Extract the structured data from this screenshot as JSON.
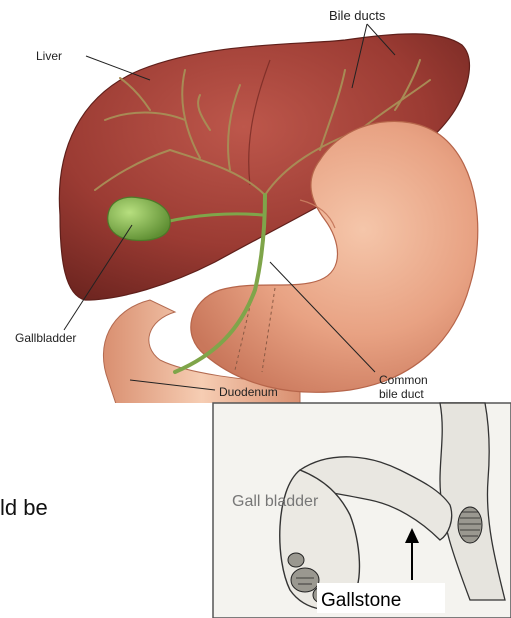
{
  "figure": {
    "labels": {
      "liver": "Liver",
      "bile_ducts": "Bile ducts",
      "gallbladder": "Gallbladder",
      "duodenum": "Duodenum",
      "common_line1": "Common",
      "common_line2": "bile duct"
    },
    "side_text": "ld be",
    "inset": {
      "gall_bladder": "Gall bladder",
      "gallstone": "Gallstone"
    },
    "colors": {
      "liver": "#9b3b33",
      "liver_dark": "#6e2520",
      "liver_light": "#b8544a",
      "bile_duct": "#a88b55",
      "gallbladder": "#7fb04a",
      "stomach": "#e49a7a",
      "stomach_light": "#f3c2a6",
      "line": "#222222"
    }
  }
}
